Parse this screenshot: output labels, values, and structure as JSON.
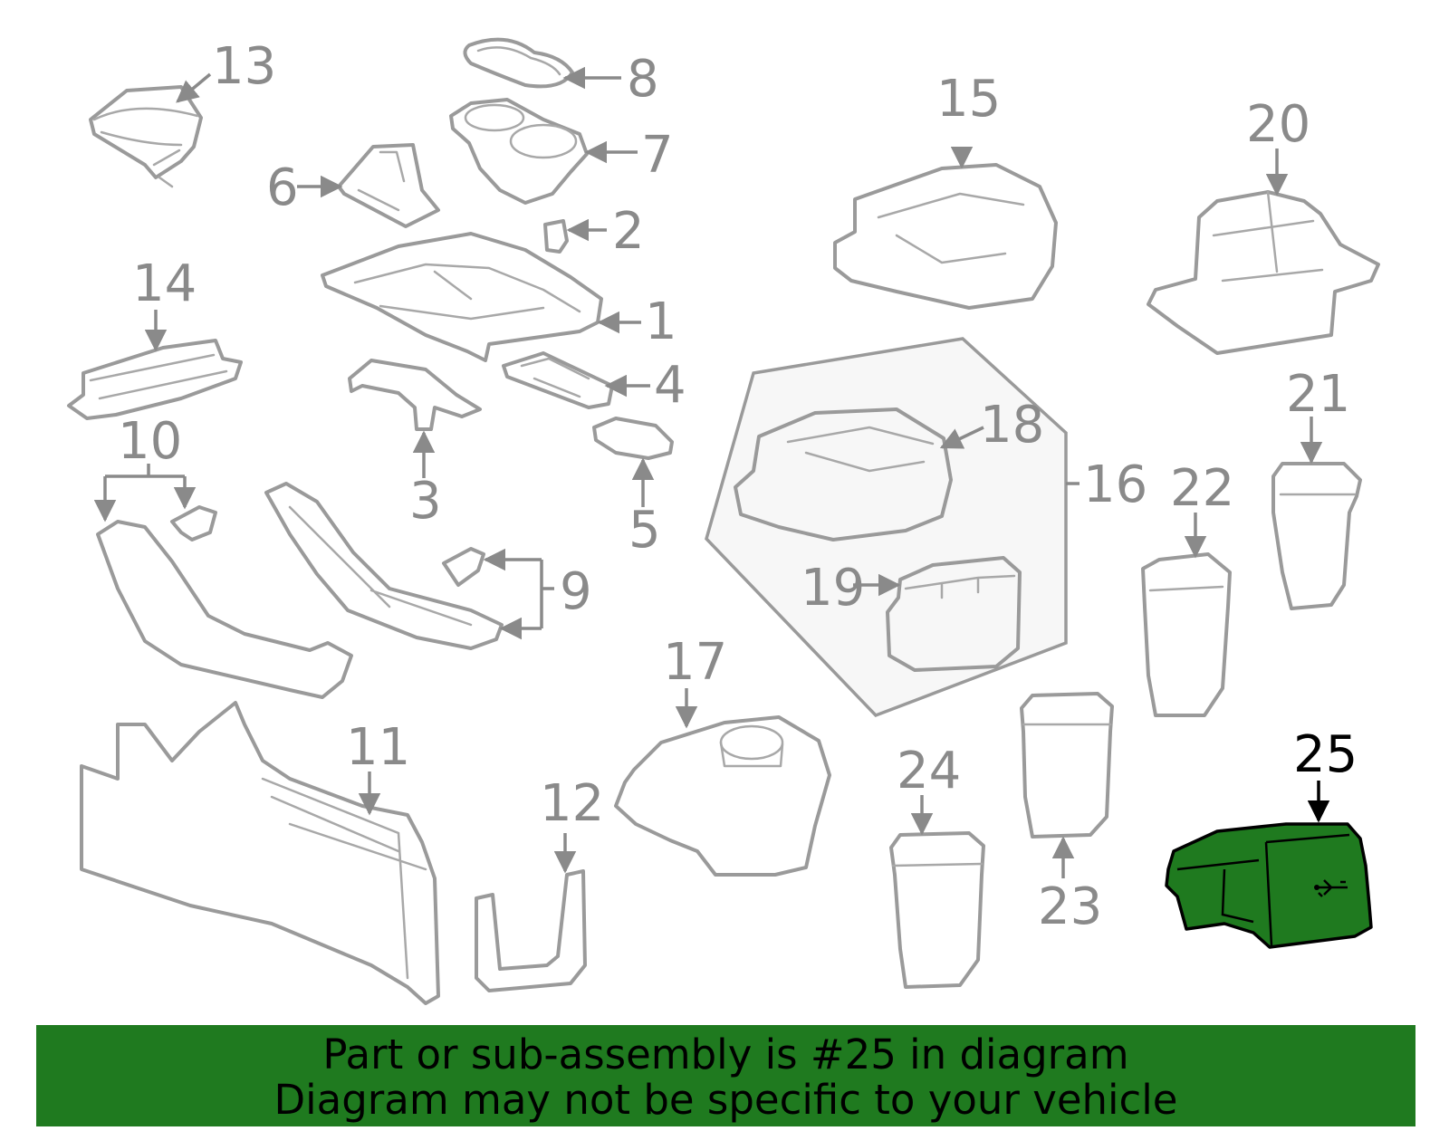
{
  "colors": {
    "highlight_fill": "#1f7a1f",
    "line_art": "#9a9a9a",
    "callout_text": "#8a8a8a",
    "highlight_text": "#000000",
    "group_box_fill": "#f7f7f7"
  },
  "callouts": {
    "c1": "1",
    "c2": "2",
    "c3": "3",
    "c4": "4",
    "c5": "5",
    "c6": "6",
    "c7": "7",
    "c8": "8",
    "c9": "9",
    "c10": "10",
    "c11": "11",
    "c12": "12",
    "c13": "13",
    "c14": "14",
    "c15": "15",
    "c16": "16",
    "c17": "17",
    "c18": "18",
    "c19": "19",
    "c20": "20",
    "c21": "21",
    "c22": "22",
    "c23": "23",
    "c24": "24",
    "c25": "25"
  },
  "highlighted_part": "25",
  "icons": {
    "usb": "usb-icon"
  },
  "banner": {
    "line1": "Part or sub-assembly is #25 in diagram",
    "line2": "Diagram may not be specific to your vehicle"
  }
}
